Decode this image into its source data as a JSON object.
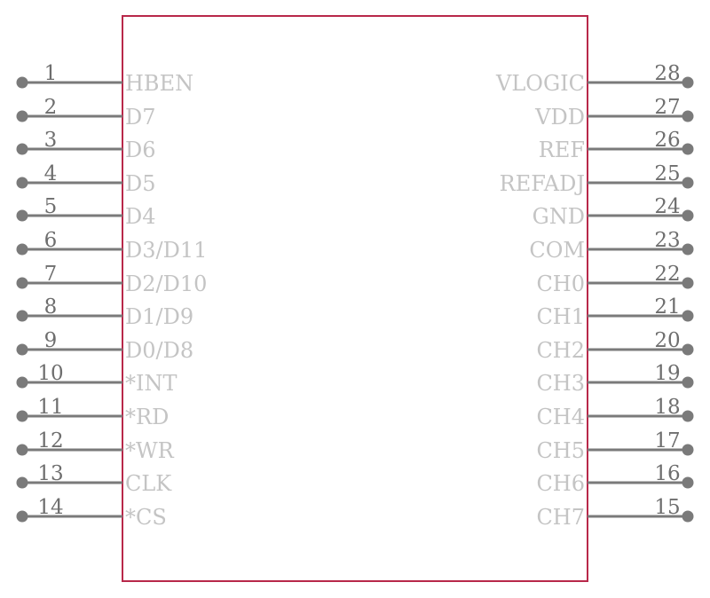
{
  "colors": {
    "body_outline": "#b8284a",
    "pin_line": "#7a7a7a",
    "pin_label": "#c4c4c4",
    "pin_number": "#6e6e6e"
  },
  "left_pins": [
    {
      "number": "1",
      "label": "HBEN"
    },
    {
      "number": "2",
      "label": "D7"
    },
    {
      "number": "3",
      "label": "D6"
    },
    {
      "number": "4",
      "label": "D5"
    },
    {
      "number": "5",
      "label": "D4"
    },
    {
      "number": "6",
      "label": "D3/D11"
    },
    {
      "number": "7",
      "label": "D2/D10"
    },
    {
      "number": "8",
      "label": "D1/D9"
    },
    {
      "number": "9",
      "label": "D0/D8"
    },
    {
      "number": "10",
      "label": "*INT"
    },
    {
      "number": "11",
      "label": "*RD"
    },
    {
      "number": "12",
      "label": "*WR"
    },
    {
      "number": "13",
      "label": "CLK"
    },
    {
      "number": "14",
      "label": "*CS"
    }
  ],
  "right_pins": [
    {
      "number": "28",
      "label": "VLOGIC"
    },
    {
      "number": "27",
      "label": "VDD"
    },
    {
      "number": "26",
      "label": "REF"
    },
    {
      "number": "25",
      "label": "REFADJ"
    },
    {
      "number": "24",
      "label": "GND"
    },
    {
      "number": "23",
      "label": "COM"
    },
    {
      "number": "22",
      "label": "CH0"
    },
    {
      "number": "21",
      "label": "CH1"
    },
    {
      "number": "20",
      "label": "CH2"
    },
    {
      "number": "19",
      "label": "CH3"
    },
    {
      "number": "18",
      "label": "CH4"
    },
    {
      "number": "17",
      "label": "CH5"
    },
    {
      "number": "16",
      "label": "CH6"
    },
    {
      "number": "15",
      "label": "CH7"
    }
  ]
}
